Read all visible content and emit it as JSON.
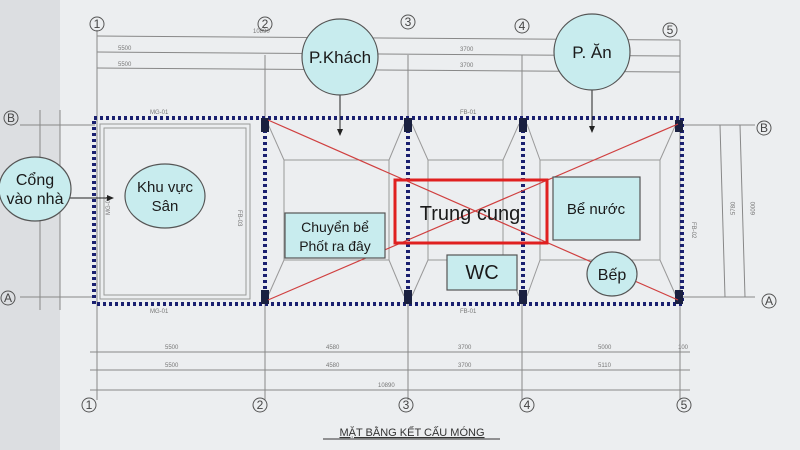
{
  "title": "MẶT BẰNG KẾT CẤU MÓNG",
  "grid_axes": {
    "columns": [
      "1",
      "2",
      "3",
      "4",
      "5"
    ],
    "rows": [
      "A",
      "B"
    ]
  },
  "dimensions": {
    "top_total": "10890",
    "top_row1": [
      "5500",
      "3700"
    ],
    "top_row2": [
      "5500",
      "3700"
    ],
    "bottom_row1": [
      "5500",
      "4580",
      "3700",
      "5000",
      "100"
    ],
    "bottom_row2": [
      "5500",
      "4580",
      "3700",
      "5110"
    ],
    "bottom_total": "10890",
    "right": [
      "5780",
      "6000"
    ]
  },
  "beam_labels": [
    "MG-01",
    "MG-01",
    "FB-01",
    "FB-01",
    "FB-02",
    "FB-03",
    "MG-02"
  ],
  "rooms": {
    "gate": [
      "Cổng",
      "vào nhà"
    ],
    "yard": [
      "Khu vực",
      "Sân"
    ],
    "living": "P.Khách",
    "dining": "P. Ăn",
    "septic": [
      "Chuyển bể",
      "Phốt ra đây"
    ],
    "center": "Trung cung",
    "water_tank": "Bể nước",
    "wc": "WC",
    "kitchen": "Bếp"
  },
  "colors": {
    "label_fill": "#c8ecee",
    "center_box": "#e02020",
    "diagonal": "#d04040",
    "outline_dotted": "#1a2070"
  }
}
